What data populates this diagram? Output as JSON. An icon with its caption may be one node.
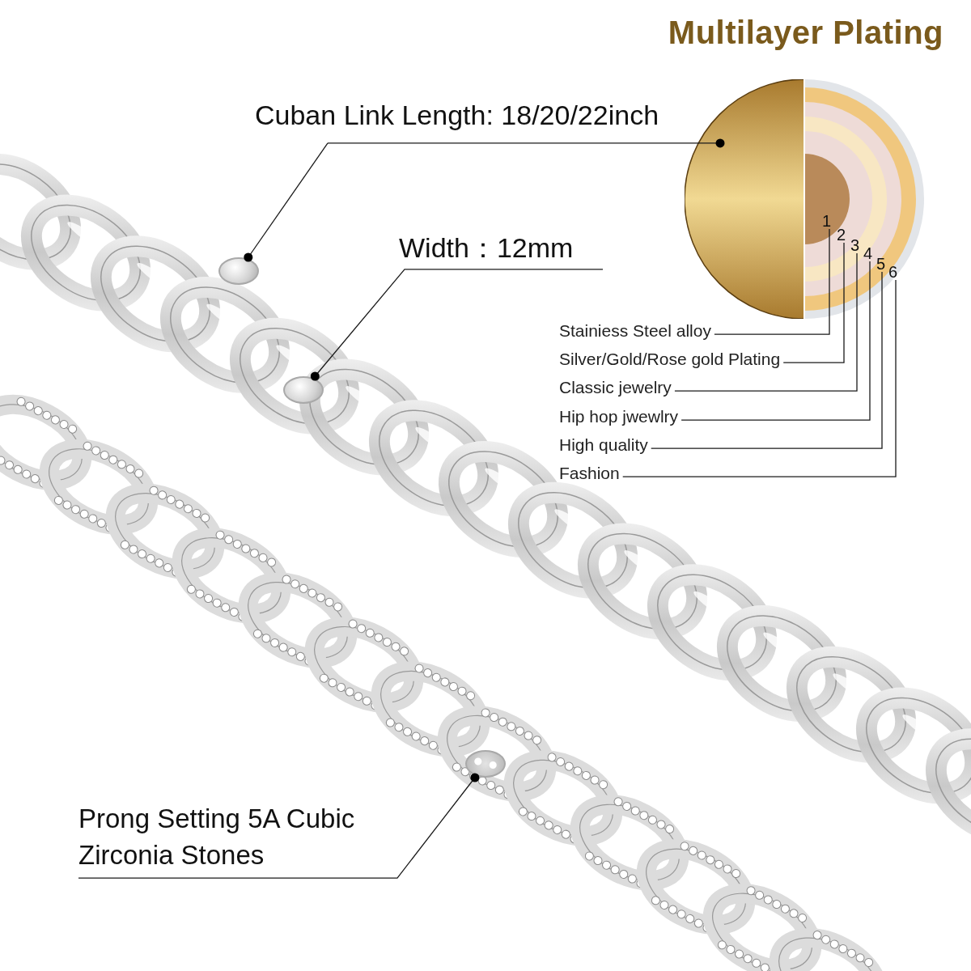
{
  "diagram": {
    "title": "Multilayer Plating",
    "nodes": [
      {
        "text": [
          "Cuban Link Length: 18/20/22inch"
        ]
      },
      {
        "text": [],
        "shape": "circle"
      },
      {
        "text": [
          "1"
        ],
        "in": 1
      },
      {
        "text": [
          "2"
        ],
        "in": 1
      },
      {
        "text": [
          "3"
        ],
        "in": 1
      },
      {
        "text": [
          "4"
        ],
        "in": 1
      },
      {
        "text": [
          "5"
        ],
        "in": 1
      },
      {
        "text": [
          "6"
        ],
        "in": 1
      },
      {
        "text": [],
        "shape": "picture"
      },
      {
        "text": [
          "Width：12mm"
        ]
      },
      {
        "text": [],
        "shape": "picture"
      },
      {
        "text": [
          "Stainiess Steel alloy"
        ]
      },
      {
        "text": [
          "Silver/Gold/Rose gold Plating"
        ]
      },
      {
        "text": [
          "Classic jewelry"
        ]
      },
      {
        "text": [
          "Hip hop jwewlry"
        ]
      },
      {
        "text": [
          "High quality"
        ]
      },
      {
        "text": [
          "Fashion"
        ]
      },
      {
        "text": [],
        "shape": "picture"
      },
      {
        "text": [
          "Prong Setting 5A Cubic Zirconia Stones"
        ]
      }
    ],
    "edges": [
      {
        "from": 0,
        "to": 8,
        "arrow": "other"
      },
      {
        "from": 0,
        "to": 1,
        "arrow": "other"
      },
      {
        "from": 9,
        "to": 10,
        "arrow": "other"
      },
      {
        "from": 11,
        "to": 2,
        "arrow": "none"
      },
      {
        "from": 12,
        "to": 3,
        "arrow": "none"
      },
      {
        "from": 13,
        "to": 4,
        "arrow": "none"
      },
      {
        "from": 14,
        "to": 5,
        "arrow": "none"
      },
      {
        "from": 15,
        "to": 6,
        "arrow": "none"
      },
      {
        "from": 16,
        "to": 7,
        "arrow": "none"
      },
      {
        "from": 18,
        "to": 17,
        "arrow": "other"
      }
    ]
  }
}
